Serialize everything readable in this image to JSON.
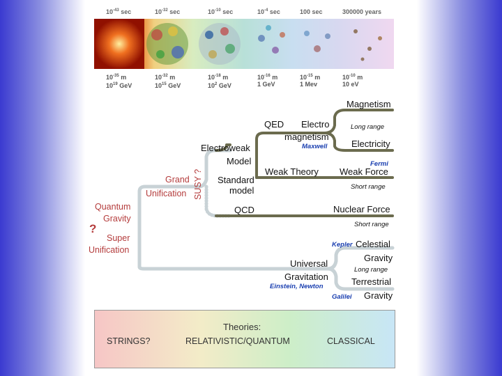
{
  "timeline": {
    "times": [
      {
        "base": "10",
        "exp": "-43",
        "unit": " sec"
      },
      {
        "base": "10",
        "exp": "-32",
        "unit": " sec"
      },
      {
        "base": "10",
        "exp": "-10",
        "unit": " sec"
      },
      {
        "base": "10",
        "exp": "-4",
        "unit": " sec"
      },
      {
        "base": "100 sec",
        "exp": "",
        "unit": ""
      },
      {
        "base": "300000 years",
        "exp": "",
        "unit": ""
      }
    ],
    "scales": [
      {
        "len_base": "10",
        "len_exp": "-35",
        "len_unit": " m",
        "en_base": "10",
        "en_exp": "19",
        "en_unit": " GeV"
      },
      {
        "len_base": "10",
        "len_exp": "-32",
        "len_unit": " m",
        "en_base": "10",
        "en_exp": "15",
        "en_unit": " GeV"
      },
      {
        "len_base": "10",
        "len_exp": "-18",
        "len_unit": " m",
        "en_base": "10",
        "en_exp": "2",
        "en_unit": " GeV"
      },
      {
        "len_base": "10",
        "len_exp": "-16",
        "len_unit": " m",
        "en_base": "1 GeV",
        "en_exp": "",
        "en_unit": ""
      },
      {
        "len_base": "10",
        "len_exp": "-15",
        "len_unit": " m",
        "en_base": "1 Mev",
        "en_exp": "",
        "en_unit": ""
      },
      {
        "len_base": "10",
        "len_exp": "-10",
        "len_unit": " m",
        "en_base": "10 eV",
        "en_exp": "",
        "en_unit": ""
      }
    ]
  },
  "tree": {
    "magnetism": "Magnetism",
    "long_range_1": "Long range",
    "electricity": "Electricity",
    "qed": "QED",
    "electro": "Electro",
    "magnetism2": "magnetism",
    "maxwell": "Maxwell",
    "electroweak": "Electroweak",
    "model": "Model",
    "fermi": "Fermi",
    "weak_theory": "Weak Theory",
    "weak_force": "Weak Force",
    "short_range_1": "Short range",
    "standard": "Standard",
    "model2": "model",
    "susy": "SUSY ?",
    "grand": "Grand",
    "unification": "Unification",
    "qcd": "QCD",
    "nuclear_force": "Nuclear Force",
    "short_range_2": "Short range",
    "quantum": "Quantum",
    "gravity": "Gravity",
    "question": "?",
    "super": "Super",
    "unification2": "Unification",
    "kepler": "Kepler",
    "celestial": "Celestial",
    "gravity_c": "Gravity",
    "long_range_2": "Long range",
    "universal": "Universal",
    "gravitation": "Gravitation",
    "einstein_newton": "Einstein, Newton",
    "terrestrial": "Terrestrial",
    "galilei": "Galilei",
    "gravity_t": "Gravity"
  },
  "theories": {
    "title": "Theories:",
    "strings": "STRINGS?",
    "relativistic": "RELATIVISTIC/QUANTUM",
    "classical": "CLASSICAL"
  },
  "colors": {
    "dark_line": "#6b6b4e",
    "light_line": "#c8d2d6",
    "red_text": "#b43c3c",
    "blue_text": "#1a3fb0"
  }
}
